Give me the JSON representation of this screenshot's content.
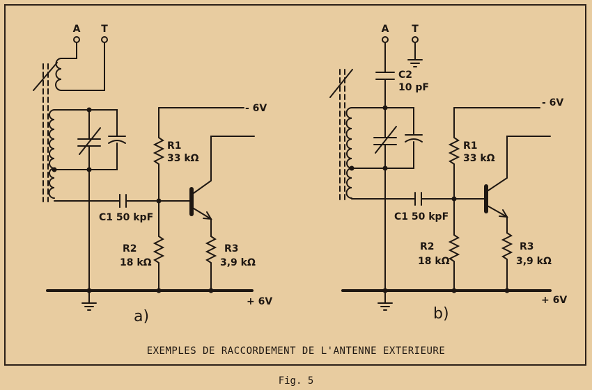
{
  "caption": "EXEMPLES DE RACCORDEMENT DE L'ANTENNE EXTERIEURE",
  "figure_label": "Fig. 5",
  "colors": {
    "background": "#e8cca0",
    "ink": "#1e1712"
  },
  "circuit_a": {
    "sublabel": "a)",
    "terminal_a": "A",
    "terminal_t": "T",
    "supply_neg": "- 6V",
    "supply_pos": "+ 6V",
    "r1_name": "R1",
    "r1_value": "33 kΩ",
    "r2_name": "R2",
    "r2_value": "18 kΩ",
    "r3_name": "R3",
    "r3_value": "3,9 kΩ",
    "c1": "C1  50 kpF"
  },
  "circuit_b": {
    "sublabel": "b)",
    "terminal_a": "A",
    "terminal_t": "T",
    "supply_neg": "- 6V",
    "supply_pos": "+ 6V",
    "c2_name": "C2",
    "c2_value": "10 pF",
    "r1_name": "R1",
    "r1_value": "33 kΩ",
    "r2_name": "R2",
    "r2_value": "18 kΩ",
    "r3_name": "R3",
    "r3_value": "3,9 kΩ",
    "c1": "C1  50 kpF"
  }
}
